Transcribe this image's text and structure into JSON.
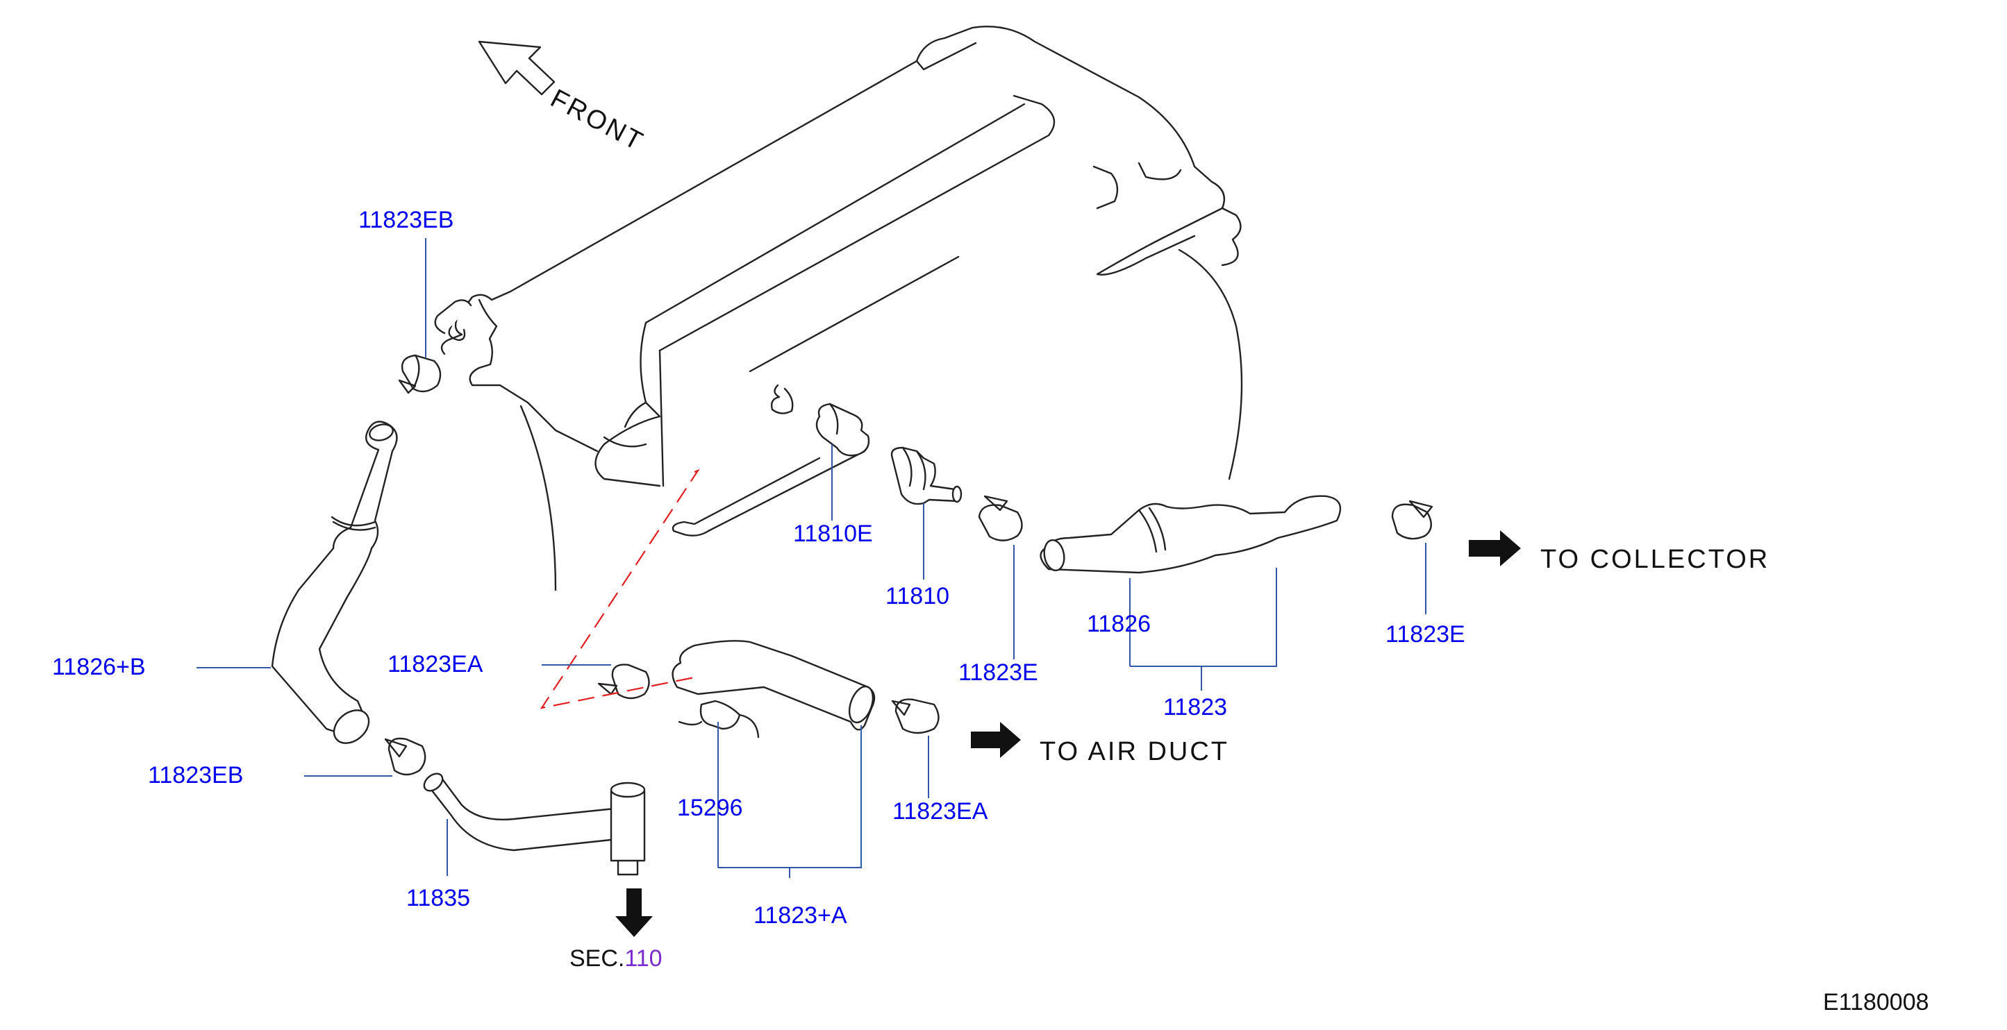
{
  "diagram": {
    "front_label": "FRONT",
    "directions": {
      "collector": "TO  COLLECTOR",
      "air_duct": "TO  AIR  DUCT"
    },
    "section_ref": {
      "prefix": "SEC.",
      "number": "110",
      "number_color": "#7a2ccf"
    },
    "figure_code": "E1180008",
    "label_color": "#0000ee",
    "parts": {
      "p11823EB_top": "11823EB",
      "p11826B": "11826+B",
      "p11823EB_bottom": "11823EB",
      "p11835": "11835",
      "p11823EA_left": "11823EA",
      "p15296": "15296",
      "p11823A": "11823+A",
      "p11823EA_right": "11823EA",
      "p11810E": "11810E",
      "p11810": "11810",
      "p11823E_mid": "11823E",
      "p11826": "11826",
      "p11823": "11823",
      "p11823E_right": "11823E"
    }
  }
}
